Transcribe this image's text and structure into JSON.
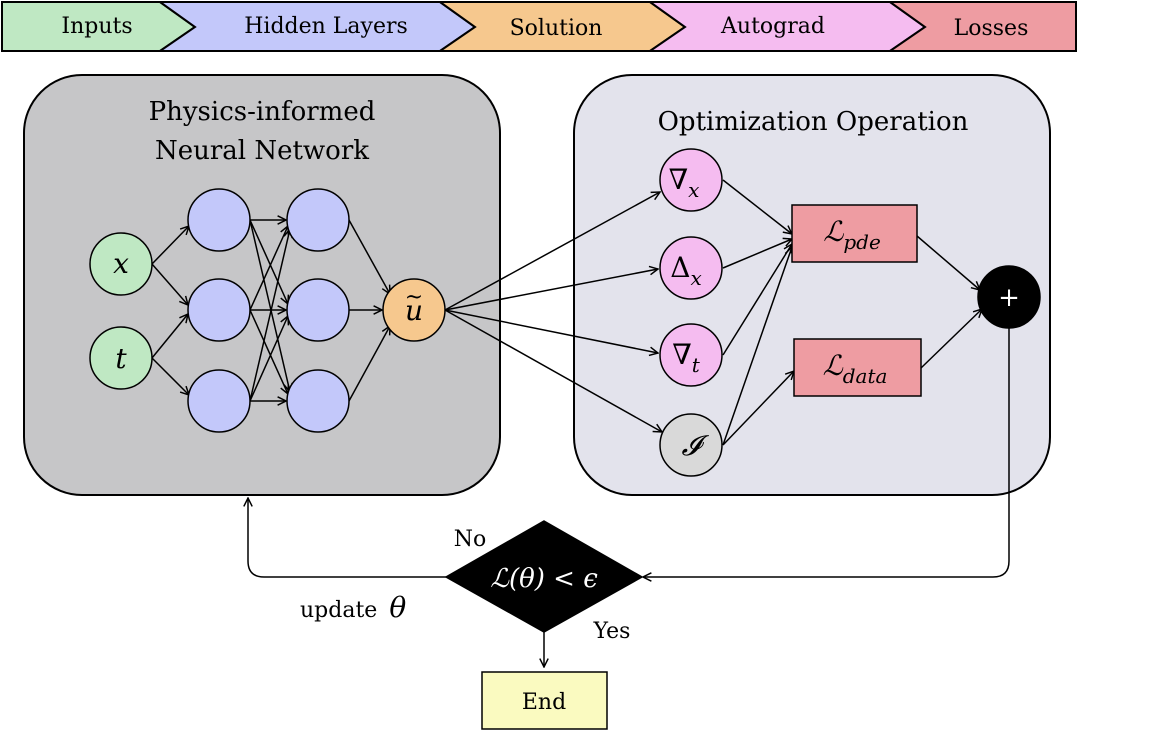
{
  "legend": {
    "items": [
      {
        "label": "Inputs",
        "color": "#bfe8c3"
      },
      {
        "label": "Hidden Layers",
        "color": "#c3c8fa"
      },
      {
        "label": "Solution",
        "color": "#f6c88e"
      },
      {
        "label": "Autograd",
        "color": "#f5bcf0"
      },
      {
        "label": "Losses",
        "color": "#ee9ca2"
      }
    ]
  },
  "pinn_panel": {
    "title_line1": "Physics-informed",
    "title_line2": "Neural Network",
    "background": "#c6c6c8"
  },
  "opt_panel": {
    "title": "Optimization Operation",
    "background": "#e3e3ec"
  },
  "nodes": {
    "input_x": "x",
    "input_t": "t",
    "solution": "u",
    "solution_accent": "~",
    "grad_x_symbol": "∇",
    "grad_x_sub": "x",
    "laplace_x_symbol": "Δ",
    "laplace_x_sub": "x",
    "grad_t_symbol": "∇",
    "grad_t_sub": "t",
    "identity": "𝓘",
    "sum": "+"
  },
  "losses": {
    "pde_symbol": "ℒ",
    "pde_sub": "pde",
    "data_symbol": "ℒ",
    "data_sub": "data"
  },
  "decision": {
    "label": "ℒ(θ) < ϵ",
    "no_label": "No",
    "yes_label": "Yes",
    "update_text": "update",
    "update_symbol": "θ"
  },
  "end_box": {
    "label": "End",
    "color": "#fafac0"
  }
}
